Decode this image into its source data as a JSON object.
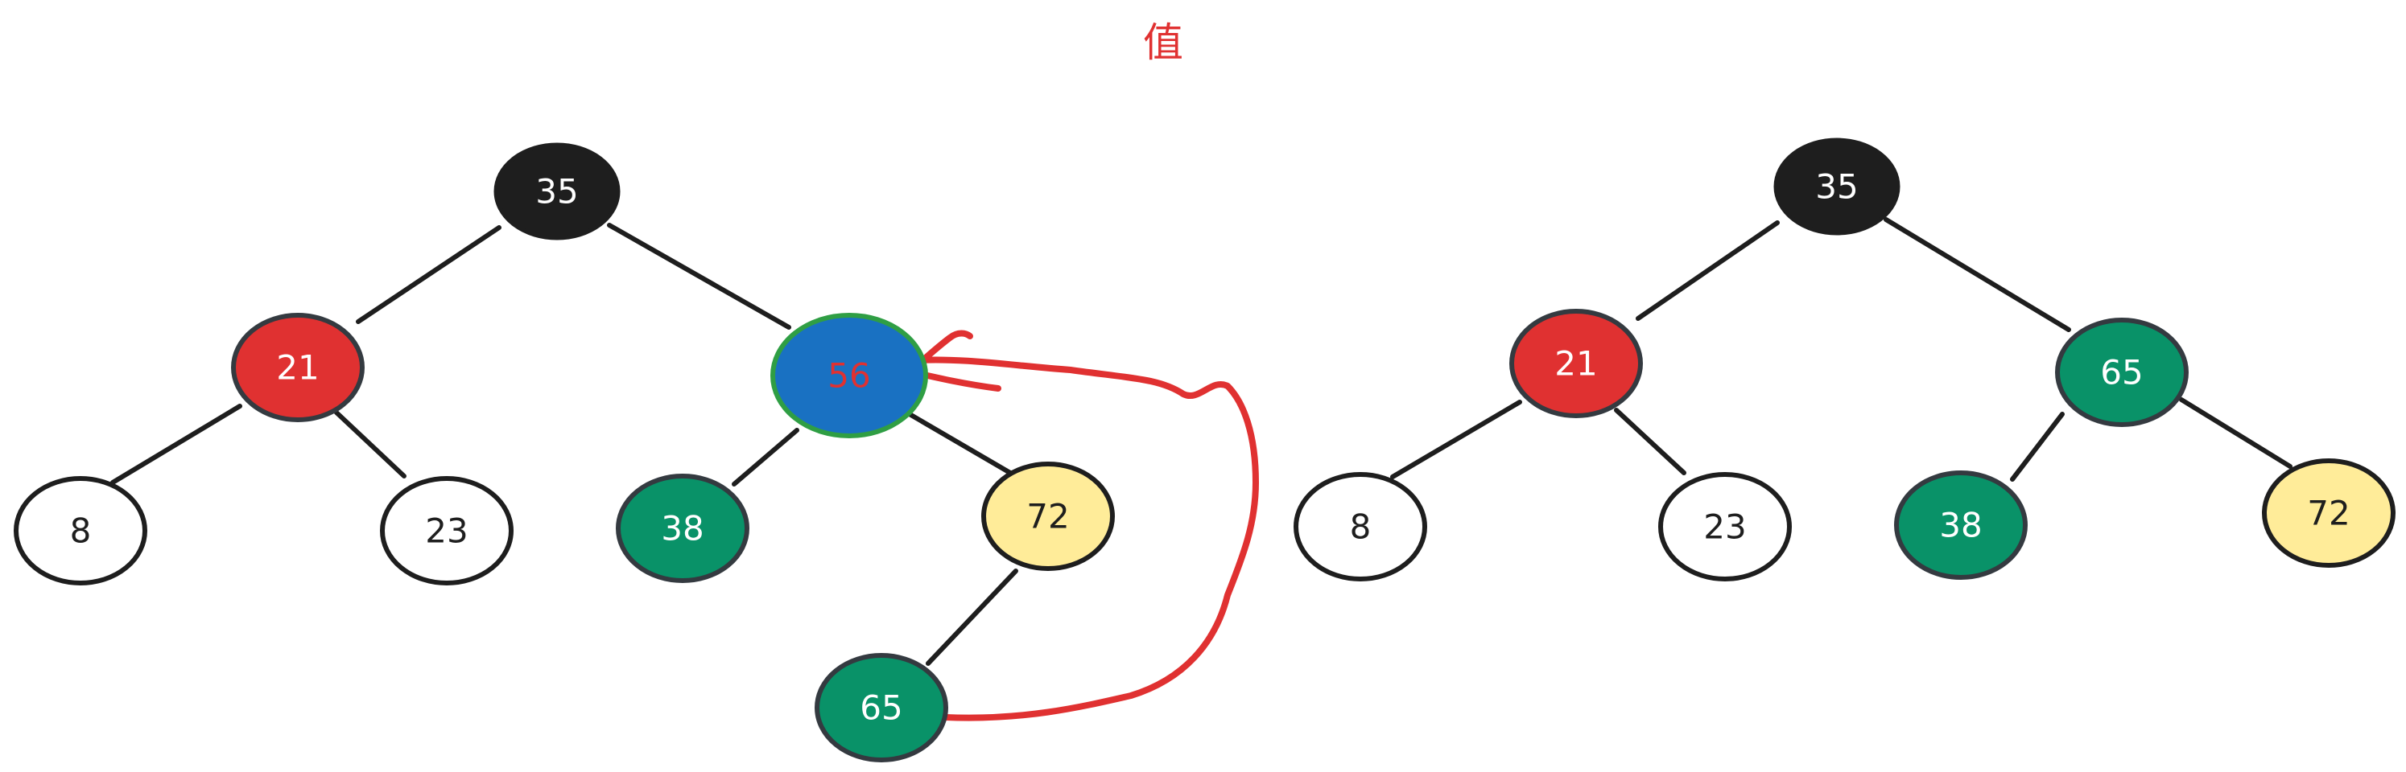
{
  "title": "值",
  "colors": {
    "edge": "#1e1e1e",
    "stroke": "#1e1e1e",
    "black_fill": "#1e1e1e",
    "red_fill": "#e03131",
    "blue_fill": "#1971c2",
    "blue_outline": "#2f9e44",
    "green_fill": "#099268",
    "yellow_fill": "#ffec99",
    "white_fill": "#ffffff",
    "arrow": "#e03131",
    "label_light": "#ffffff",
    "label_dark": "#1e1e1e",
    "label_on_blue": "#e03131"
  },
  "before_tree": {
    "root": "35",
    "root_left": "21",
    "root_right": "56",
    "leaf_8": "8",
    "leaf_23": "23",
    "leaf_38": "38",
    "leaf_72": "72",
    "leaf_65": "65"
  },
  "after_tree": {
    "root": "35",
    "root_left": "21",
    "root_right": "65",
    "leaf_8": "8",
    "leaf_23": "23",
    "leaf_38": "38",
    "leaf_72": "72"
  }
}
